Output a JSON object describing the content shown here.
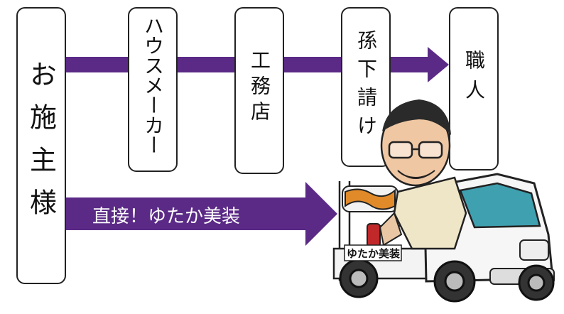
{
  "nodes": {
    "client": "お施主様",
    "house_maker": "ハウスメーカー",
    "contractor": "工務店",
    "subcontractor": "孫下請け",
    "craftsman": "職人"
  },
  "direct_route_label": "直接！ゆたか美装",
  "truck_sign": "ゆたか美装",
  "colors": {
    "arrow": "#5b2a86"
  }
}
